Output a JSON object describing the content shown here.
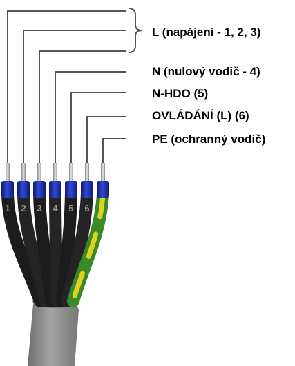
{
  "labels": {
    "L": "L (napájení - 1, 2, 3)",
    "N": "N (nulový vodič - 4)",
    "NHDO": "N-HDO (5)",
    "OVL": "OVLÁDÁNÍ (L) (6)",
    "PE": "PE (ochranný vodič)"
  },
  "wires": [
    {
      "number": "1",
      "role": "L",
      "color": "black"
    },
    {
      "number": "2",
      "role": "L",
      "color": "black"
    },
    {
      "number": "3",
      "role": "L",
      "color": "black"
    },
    {
      "number": "4",
      "role": "N",
      "color": "black"
    },
    {
      "number": "5",
      "role": "N-HDO",
      "color": "black"
    },
    {
      "number": "6",
      "role": "OVLÁDÁNÍ",
      "color": "black"
    },
    {
      "number": "",
      "role": "PE",
      "color": "green-yellow"
    }
  ],
  "colors": {
    "leader_line": "#555555",
    "ferrule": "#2030b8",
    "ferrule_dark": "#101a70",
    "wire_black": "#1c1c1c",
    "pe_green": "#3a8a2a",
    "pe_yellow": "#e0d020",
    "cable_sheath": "#8e8e8e",
    "number_text": "#9a9a9a"
  }
}
